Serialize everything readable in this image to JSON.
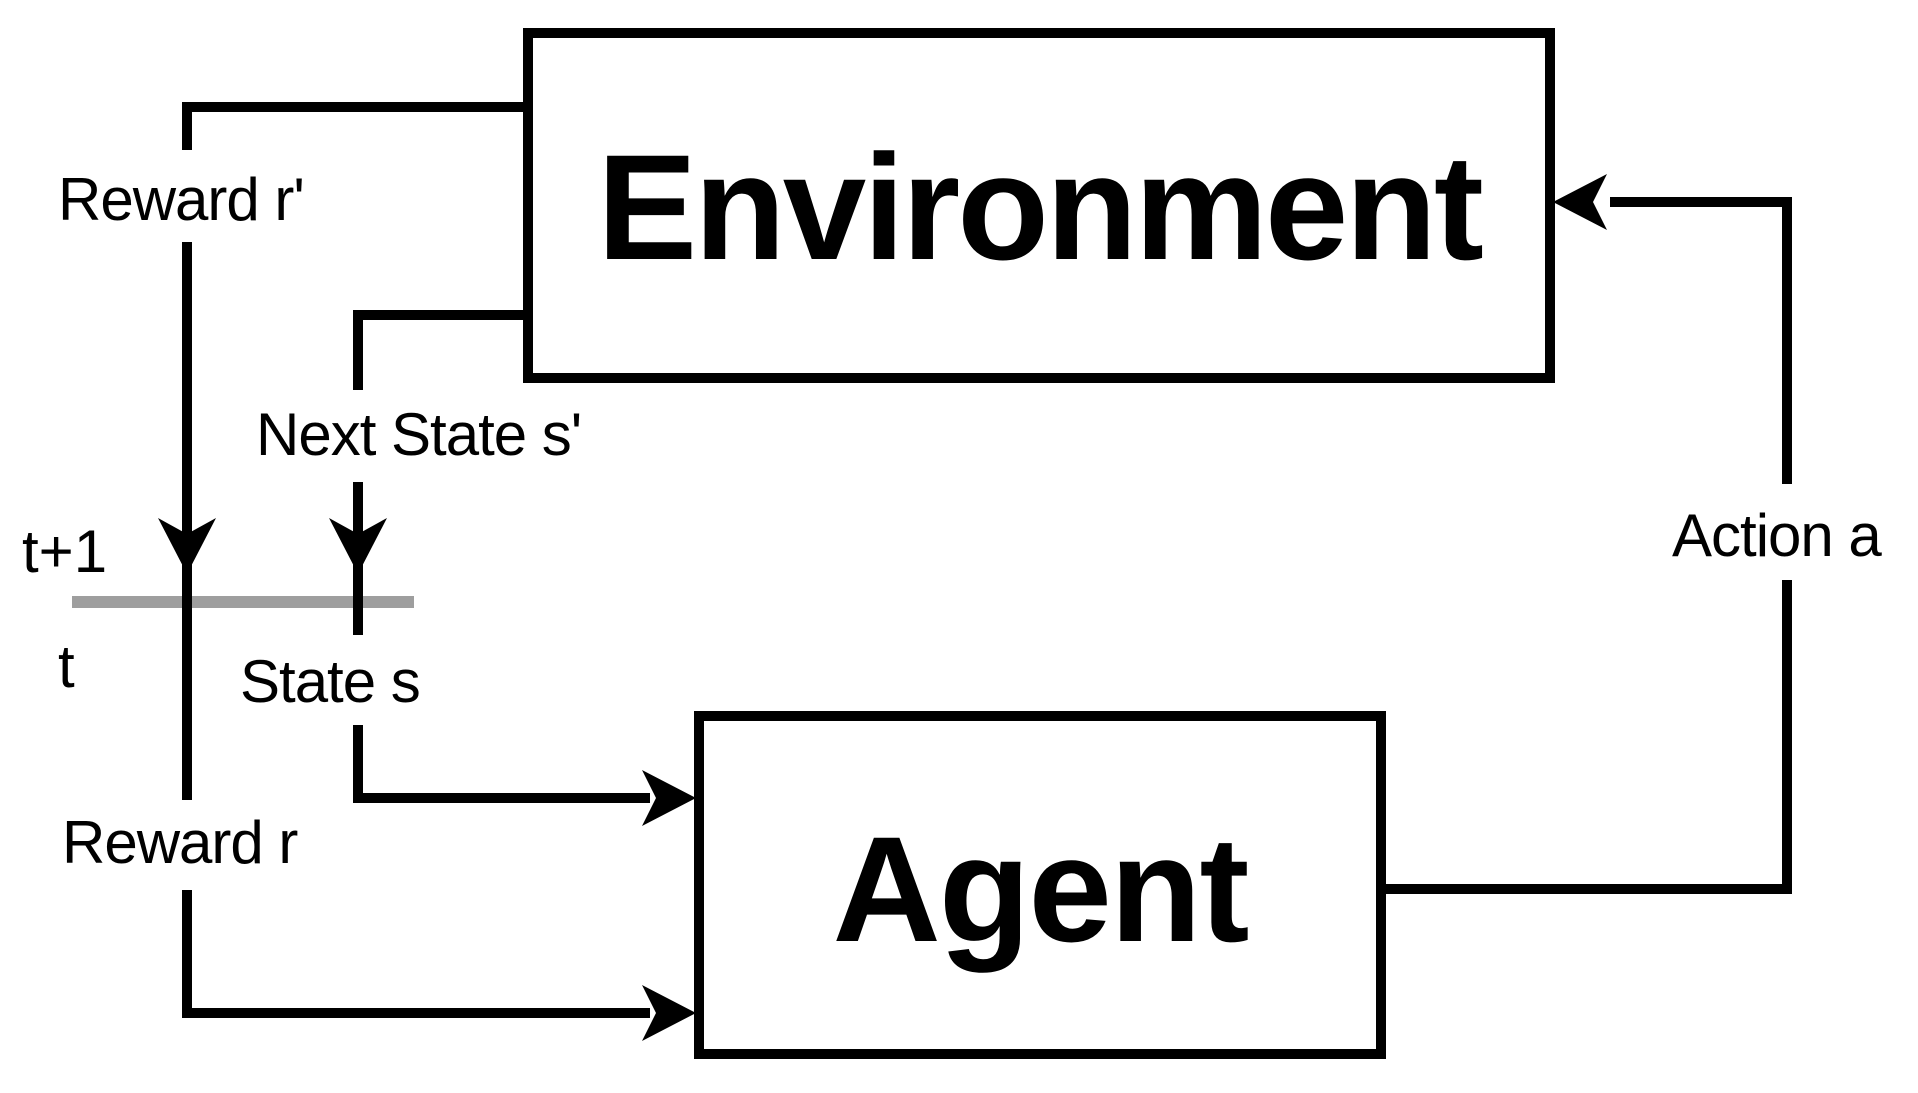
{
  "colors": {
    "background": "#ffffff",
    "line": "#000000",
    "time_divider": "#9e9e9e"
  },
  "nodes": {
    "environment": {
      "label": "Environment"
    },
    "agent": {
      "label": "Agent"
    }
  },
  "edges": {
    "reward_next": {
      "label": "Reward r'"
    },
    "next_state": {
      "label": "Next State s'"
    },
    "state": {
      "label": "State s"
    },
    "reward": {
      "label": "Reward r"
    },
    "action": {
      "label": "Action a"
    }
  },
  "time": {
    "next_step": "t+1",
    "current_step": "t"
  }
}
